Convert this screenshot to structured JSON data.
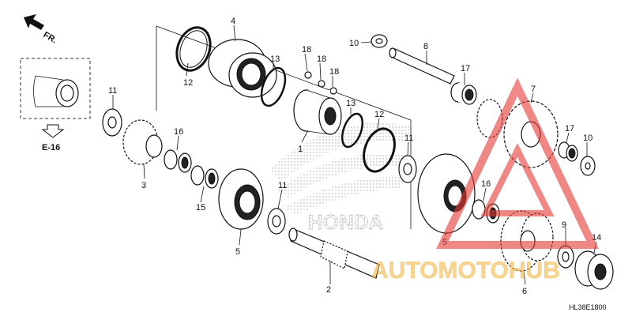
{
  "diagram": {
    "direction_label": "FR.",
    "reference_label": "E-16",
    "drawing_code": "HL38E1800",
    "watermark": "AUTOMOTOHUB",
    "parts": [
      {
        "id": "p12a",
        "num": "12"
      },
      {
        "id": "p4",
        "num": "4"
      },
      {
        "id": "p13a",
        "num": "13"
      },
      {
        "id": "p18a",
        "num": "18"
      },
      {
        "id": "p18b",
        "num": "18"
      },
      {
        "id": "p18c",
        "num": "18"
      },
      {
        "id": "p10a",
        "num": "10"
      },
      {
        "id": "p8",
        "num": "8"
      },
      {
        "id": "p17a",
        "num": "17"
      },
      {
        "id": "p7",
        "num": "7"
      },
      {
        "id": "p11a",
        "num": "11"
      },
      {
        "id": "p16a",
        "num": "16"
      },
      {
        "id": "p3",
        "num": "3"
      },
      {
        "id": "p13b",
        "num": "13"
      },
      {
        "id": "p1",
        "num": "1"
      },
      {
        "id": "p12b",
        "num": "12"
      },
      {
        "id": "p11b",
        "num": "11"
      },
      {
        "id": "p17b",
        "num": "17"
      },
      {
        "id": "p10b",
        "num": "10"
      },
      {
        "id": "p15",
        "num": "15"
      },
      {
        "id": "p11c",
        "num": "11"
      },
      {
        "id": "p5a",
        "num": "5"
      },
      {
        "id": "p16b",
        "num": "16"
      },
      {
        "id": "p5b",
        "num": "5"
      },
      {
        "id": "p9",
        "num": "9"
      },
      {
        "id": "p14",
        "num": "14"
      },
      {
        "id": "p2",
        "num": "2"
      },
      {
        "id": "p6",
        "num": "6"
      }
    ]
  }
}
